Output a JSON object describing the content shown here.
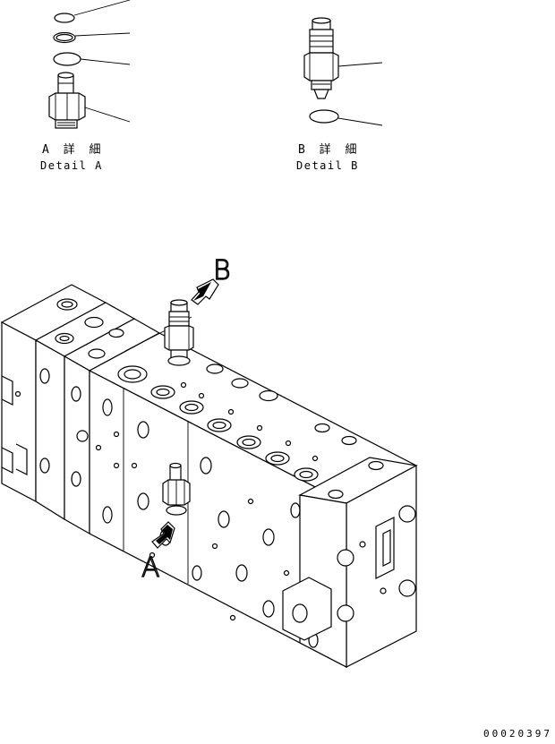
{
  "detail_a": {
    "title": "A 詳 細",
    "subtitle": "Detail A"
  },
  "detail_b": {
    "title": "B 詳 細",
    "subtitle": "Detail B"
  },
  "callouts": {
    "a": "A",
    "b": "B"
  },
  "document_number": "00020397"
}
